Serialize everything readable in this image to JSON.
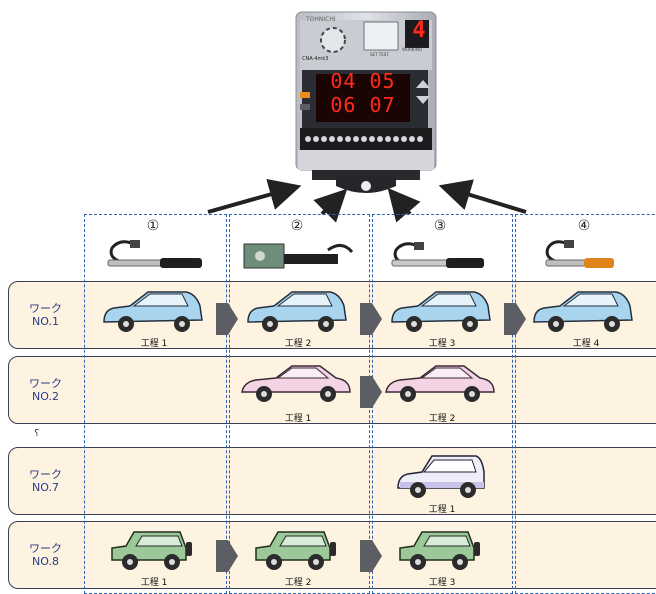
{
  "device": {
    "brand": "TOHNICHI",
    "model": "CNA-4mk3",
    "small_text": "SET TEST",
    "small_text2": "WORK/NO",
    "digit": "4",
    "display_top": "04 05",
    "display_bottom": "06 07"
  },
  "columns": [
    "①",
    "②",
    "③",
    "④"
  ],
  "rows": [
    {
      "label": "ワーク\nNO.1",
      "steps": [
        "工程 1",
        "工程 2",
        "工程 3",
        "工程 4"
      ]
    },
    {
      "label": "ワーク\nNO.2",
      "steps": [
        "工程 1",
        "工程 2"
      ]
    },
    {
      "label": "ワーク\nNO.7",
      "steps": [
        "工程 1"
      ]
    },
    {
      "label": "ワーク\nNO.8",
      "steps": [
        "工程 1",
        "工程 2",
        "工程 3"
      ]
    }
  ],
  "ellipsis": "⸮",
  "colors": {
    "row_bg": "#fdf3e0",
    "dash": "#2c62b8",
    "label": "#2b3a87",
    "car_blue": "#a8d4ee",
    "car_pink": "#f3d3e4",
    "car_white": "#eeeef8",
    "car_green": "#9cc89a",
    "led": "#ff2a1a"
  }
}
